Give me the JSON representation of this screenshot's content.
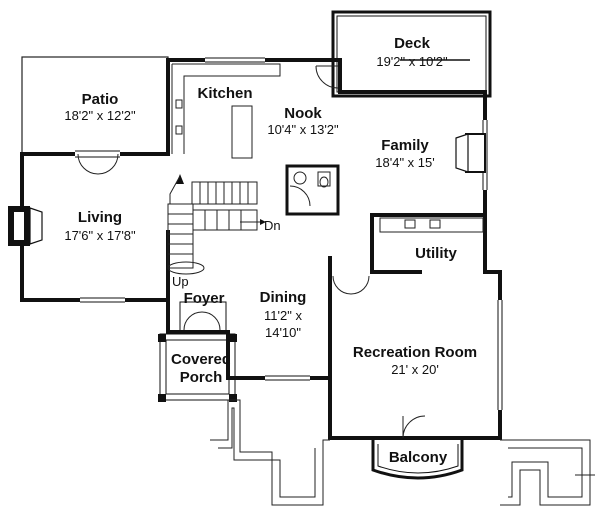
{
  "rooms": {
    "deck": {
      "name": "Deck",
      "dim": "19'2\" x 10'2\""
    },
    "patio": {
      "name": "Patio",
      "dim": "18'2\" x 12'2\""
    },
    "kitchen": {
      "name": "Kitchen"
    },
    "nook": {
      "name": "Nook",
      "dim": "10'4\" x 13'2\""
    },
    "family": {
      "name": "Family",
      "dim": "18'4\" x 15'"
    },
    "living": {
      "name": "Living",
      "dim": "17'6\" x 17'8\""
    },
    "utility": {
      "name": "Utility"
    },
    "foyer": {
      "name": "Foyer"
    },
    "dining": {
      "name": "Dining",
      "dim1": "11'2\" x",
      "dim2": "14'10\""
    },
    "covered_porch": {
      "line1": "Covered",
      "line2": "Porch"
    },
    "recreation": {
      "name": "Recreation Room",
      "dim": "21' x 20'"
    },
    "balcony": {
      "name": "Balcony"
    }
  },
  "stairs": {
    "up": "Up",
    "down": "Dn"
  }
}
